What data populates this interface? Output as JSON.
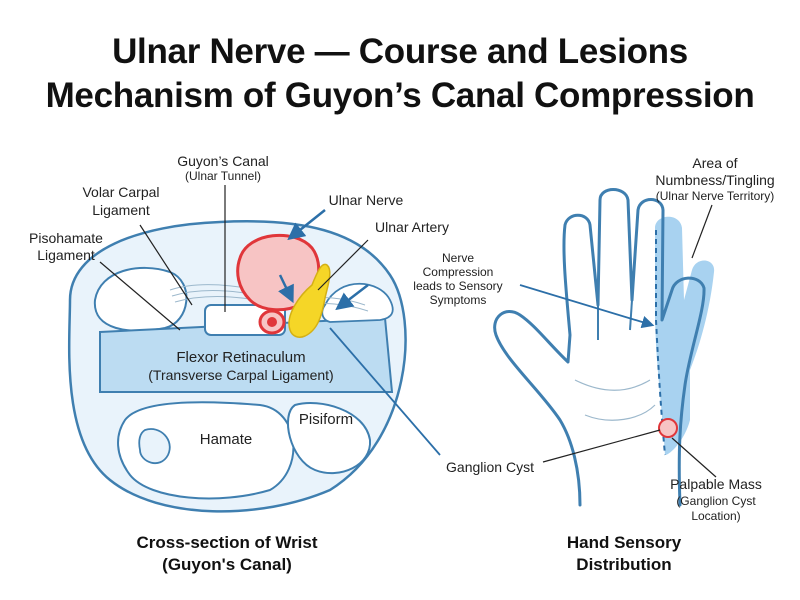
{
  "title": {
    "line1": "Ulnar Nerve — Course and Lesions",
    "line2": "Mechanism of Guyon’s Canal Compression"
  },
  "cross_section": {
    "guyons_canal": "Guyon’s Canal",
    "ulnar_tunnel": "(Ulnar Tunnel)",
    "volar_carpal_1": "Volar Carpal",
    "volar_carpal_2": "Ligament",
    "pisohamate_1": "Pisohamate",
    "pisohamate_2": "Ligament",
    "ulnar_nerve": "Ulnar Nerve",
    "ulnar_artery": "Ulnar Artery",
    "flexor_retinaculum": "Flexor Retinaculum",
    "transverse_carpal": "(Transverse Carpal Ligament)",
    "pisiform": "Pisiform",
    "hamate": "Hamate",
    "caption_1": "Cross-section of Wrist",
    "caption_2": "(Guyon's Canal)"
  },
  "hand": {
    "numbness_1": "Area of",
    "numbness_2": "Numbness/Tingling",
    "numbness_3": "(Ulnar Nerve Territory)",
    "compression_1": "Nerve",
    "compression_2": "Compression",
    "compression_3": "leads to Sensory",
    "compression_4": "Symptoms",
    "ganglion_cyst": "Ganglion Cyst",
    "palpable_1": "Palpable Mass",
    "palpable_2": "(Ganglion Cyst",
    "palpable_3": "Location)",
    "caption_1": "Hand Sensory",
    "caption_2": "Distribution"
  },
  "colors": {
    "outline": "#3f7fb0",
    "fill_light": "#e6f1fa",
    "retinaculum": "#bcdcf2",
    "nerve_red": "#e0363a",
    "nerve_pink": "#f7c4c4",
    "artery_yellow": "#f5d627",
    "arrow_blue": "#2c6fa8",
    "numb_zone": "#a8d2f0"
  }
}
